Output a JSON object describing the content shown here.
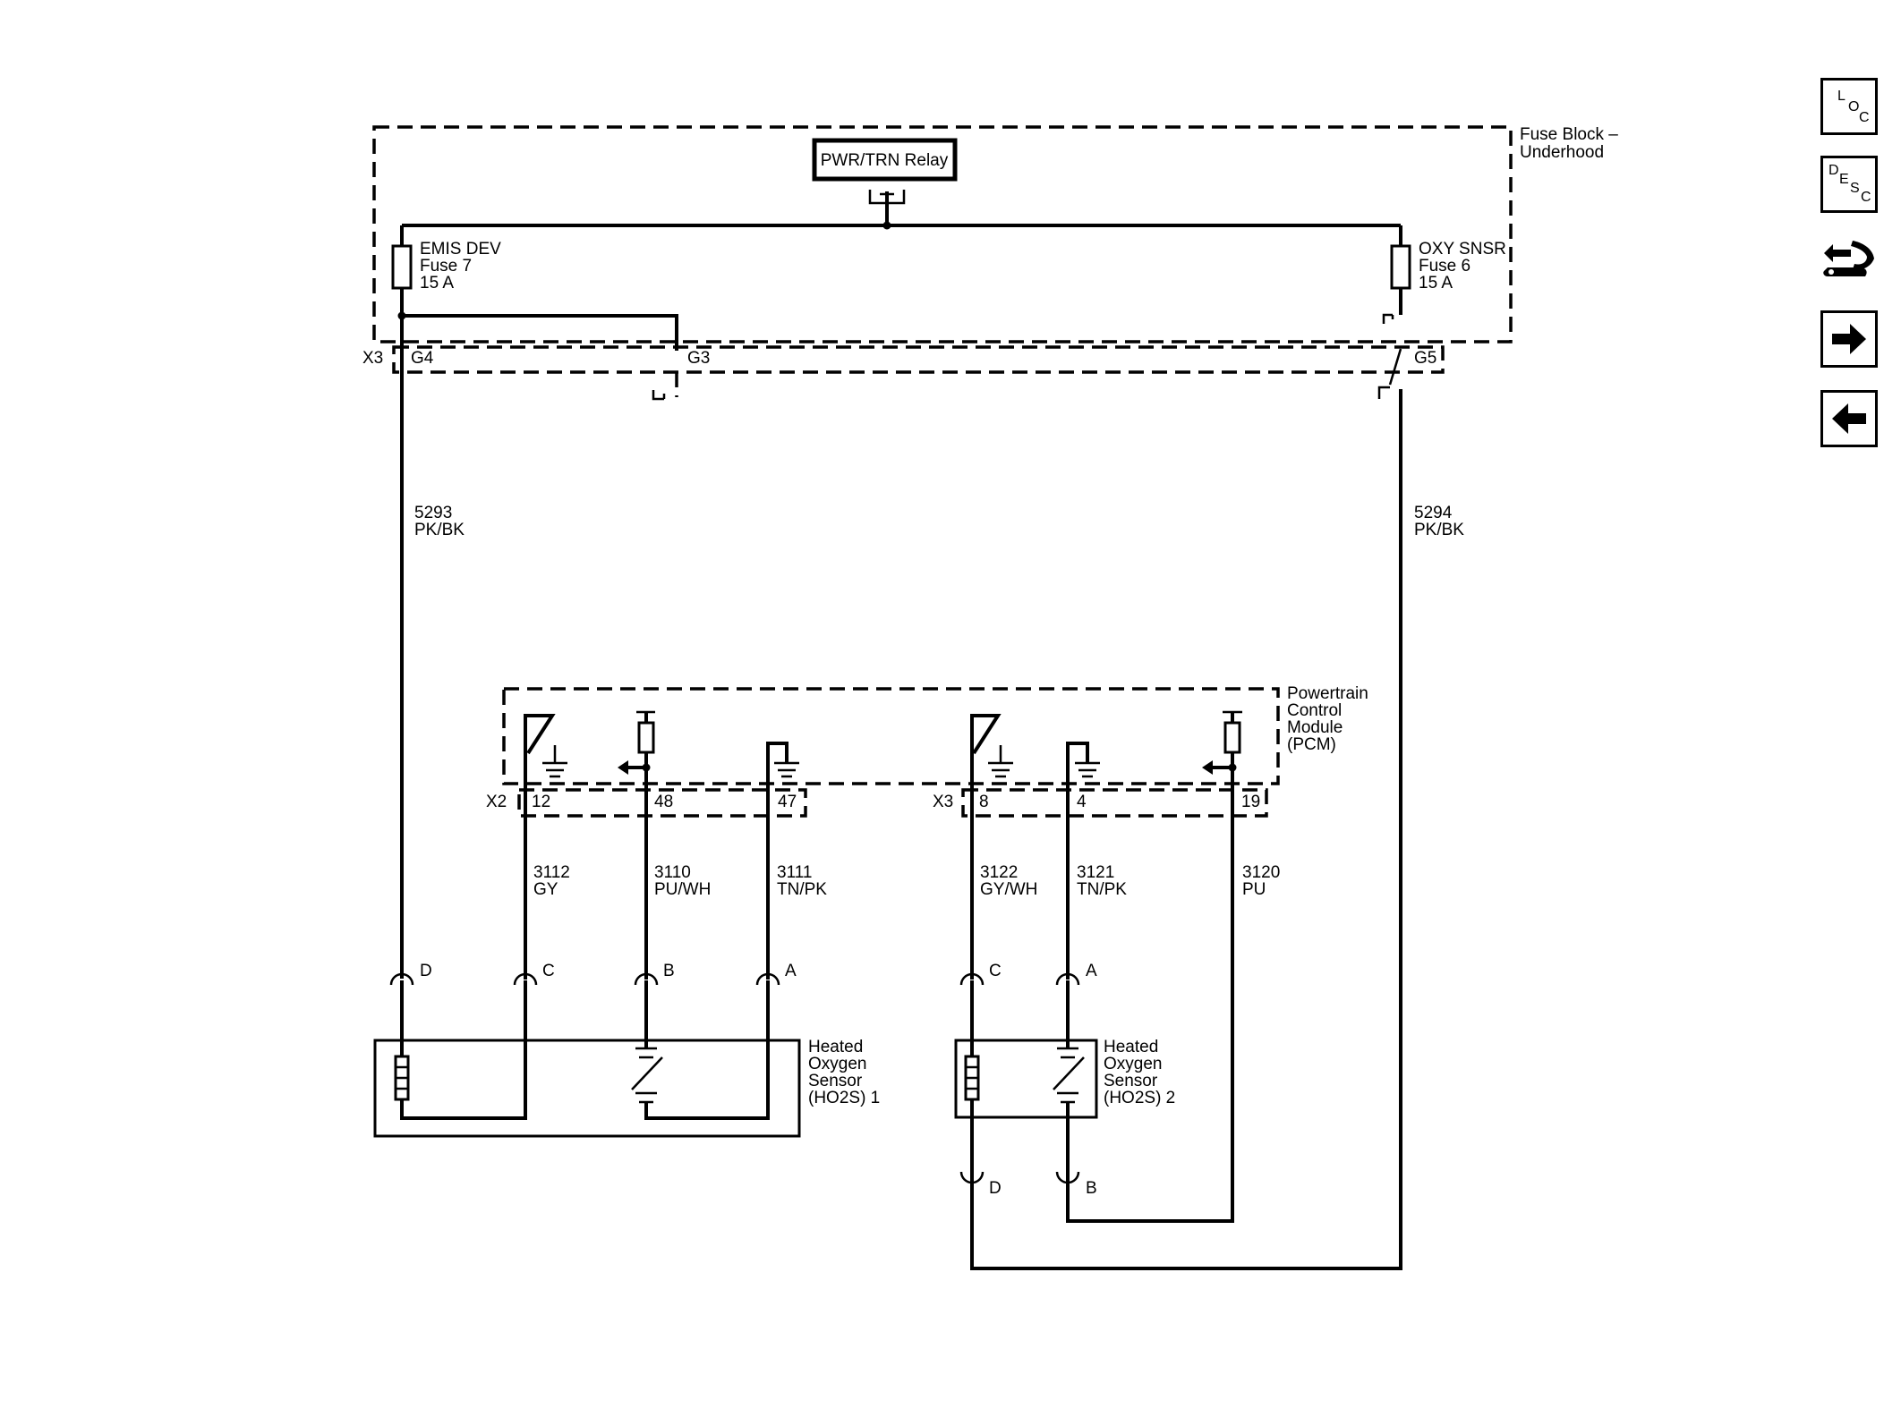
{
  "fuse_block": {
    "label_line1": "Fuse Block –",
    "label_line2": "Underhood"
  },
  "relay": {
    "label": "PWR/TRN Relay"
  },
  "fuses": {
    "left": {
      "name": "EMIS DEV",
      "fuse": "Fuse 7",
      "rating": "15 A"
    },
    "right": {
      "name": "OXY SNSR",
      "fuse": "Fuse 6",
      "rating": "15 A"
    }
  },
  "fuse_connector": {
    "id": "X3",
    "pins": {
      "g4": "G4",
      "g3": "G3",
      "g5": "G5"
    }
  },
  "wires": {
    "w5293": {
      "circuit": "5293",
      "color": "PK/BK"
    },
    "w5294": {
      "circuit": "5294",
      "color": "PK/BK"
    },
    "w3112": {
      "circuit": "3112",
      "color": "GY"
    },
    "w3110": {
      "circuit": "3110",
      "color": "PU/WH"
    },
    "w3111": {
      "circuit": "3111",
      "color": "TN/PK"
    },
    "w3122": {
      "circuit": "3122",
      "color": "GY/WH"
    },
    "w3121": {
      "circuit": "3121",
      "color": "TN/PK"
    },
    "w3120": {
      "circuit": "3120",
      "color": "PU"
    }
  },
  "pcm": {
    "label_lines": [
      "Powertrain",
      "Control",
      "Module",
      "(PCM)"
    ],
    "x2": {
      "id": "X2",
      "pins": [
        "12",
        "48",
        "47"
      ]
    },
    "x3": {
      "id": "X3",
      "pins": [
        "8",
        "4",
        "19"
      ]
    }
  },
  "sensor1": {
    "label_lines": [
      "Heated",
      "Oxygen",
      "Sensor",
      "(HO2S) 1"
    ],
    "pins": [
      "D",
      "C",
      "B",
      "A"
    ]
  },
  "sensor2": {
    "label_lines": [
      "Heated",
      "Oxygen",
      "Sensor",
      "(HO2S) 2"
    ],
    "pins": [
      "C",
      "A",
      "D",
      "B"
    ]
  },
  "nav_buttons": {
    "loc": {
      "icon": "loc-icon",
      "letters": [
        "L",
        "O",
        "C"
      ]
    },
    "desc": {
      "icon": "desc-icon",
      "letters": [
        "D",
        "E",
        "S",
        "C"
      ]
    },
    "connector": {
      "icon": "connector-wrench-icon"
    },
    "next": {
      "icon": "arrow-right-icon"
    },
    "prev": {
      "icon": "arrow-left-icon"
    }
  }
}
